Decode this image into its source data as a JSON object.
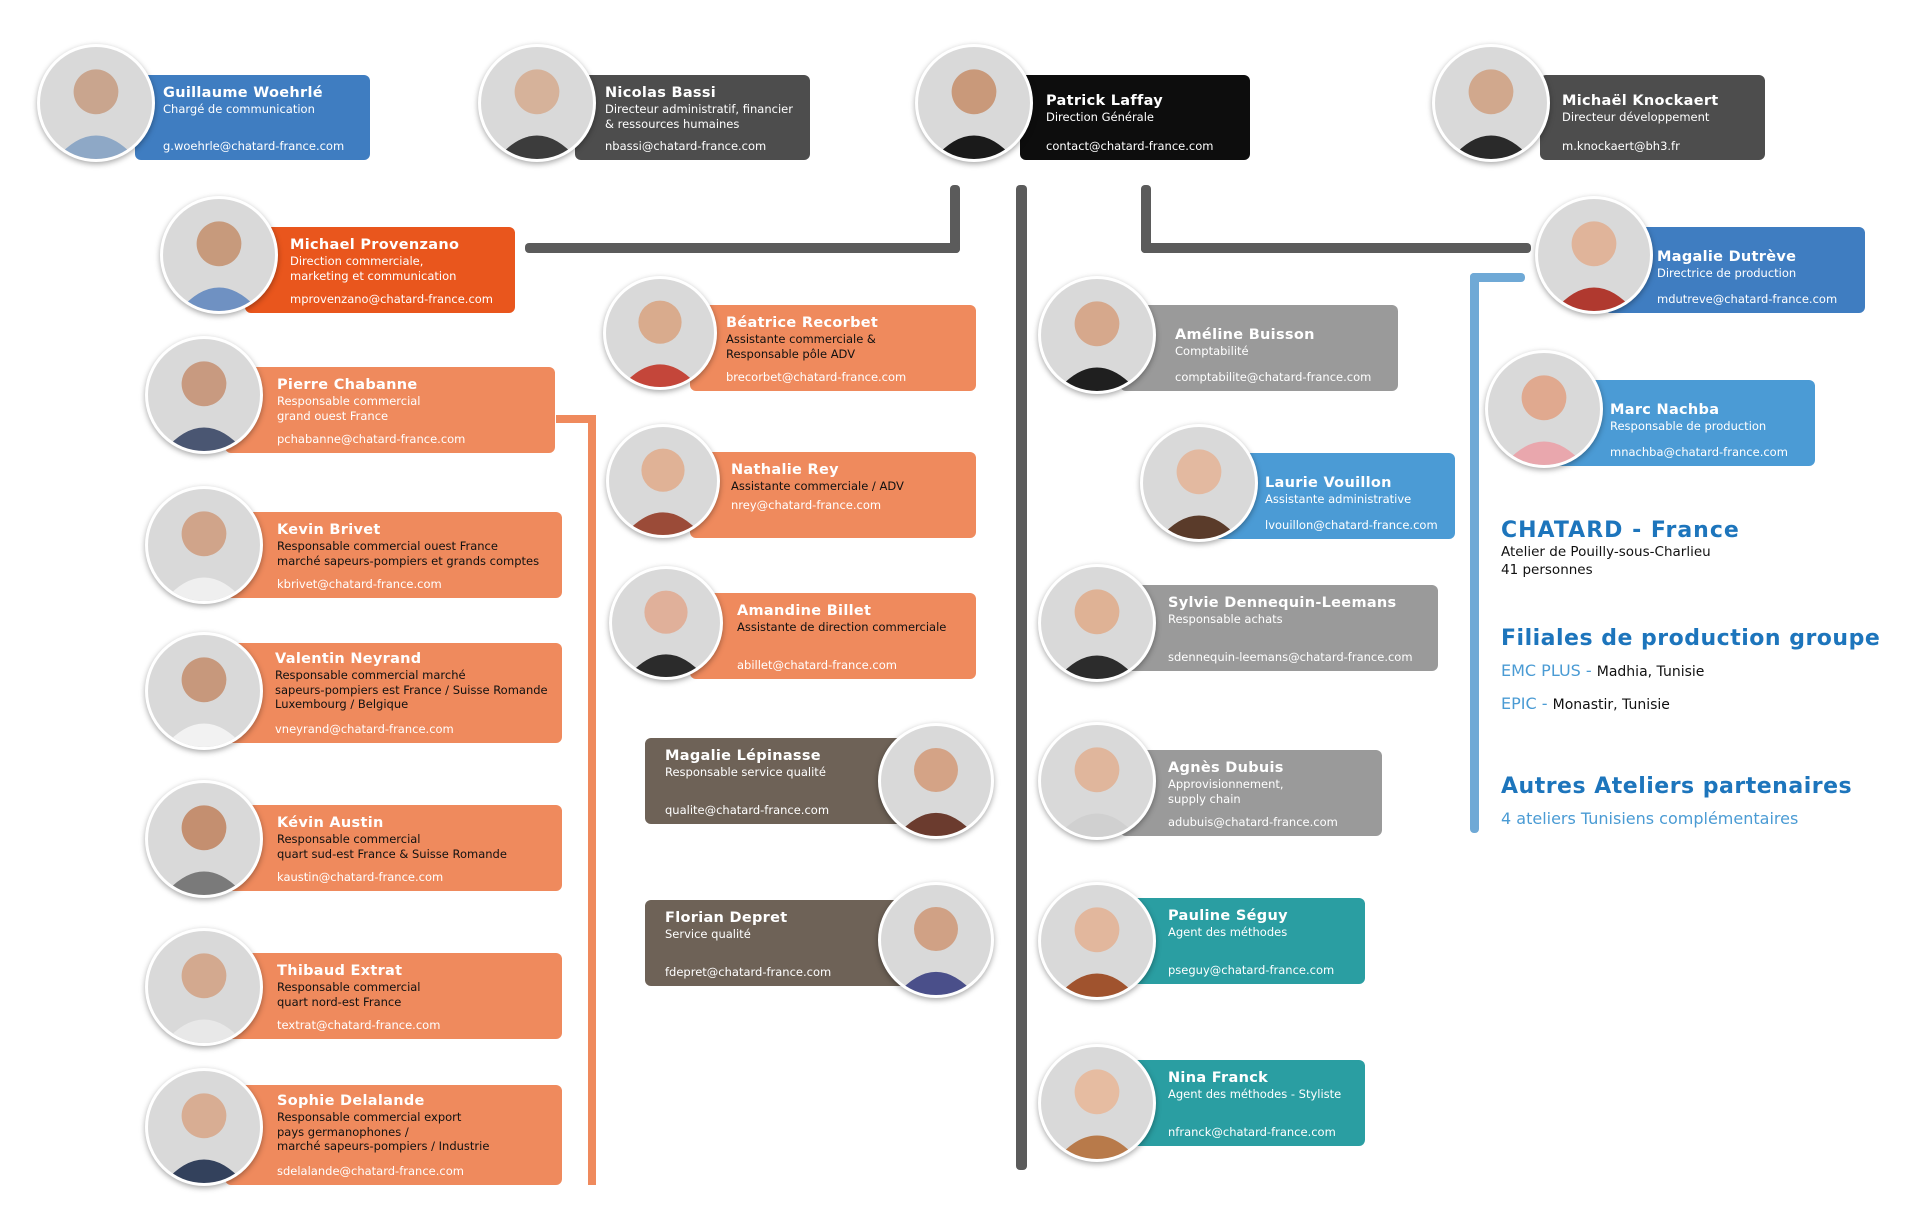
{
  "colors": {
    "black": "#0d0d0d",
    "dark_gray": "#4d4d4d",
    "blue": "#3f7dc1",
    "orange_dark": "#e9561d",
    "orange": "#ef8a5d",
    "brown": "#6e6257",
    "gray": "#9a9a9a",
    "light_blue": "#4b9bd5",
    "teal": "#2a9ea2",
    "heading_blue": "#1d75bc"
  },
  "people": [
    {
      "name": "Guillaume Woehrlé",
      "role": "Chargé de communication",
      "email": "g.woehrle@chatard-france.com"
    },
    {
      "name": "Nicolas Bassi",
      "role": "Directeur administratif, financier\n& ressources humaines",
      "email": "nbassi@chatard-france.com"
    },
    {
      "name": "Patrick Laffay",
      "role": "Direction Générale",
      "email": "contact@chatard-france.com"
    },
    {
      "name": "Michaël Knockaert",
      "role": "Directeur développement",
      "email": "m.knockaert@bh3.fr"
    },
    {
      "name": "Michael Provenzano",
      "role": "Direction commerciale,\nmarketing et communication",
      "email": "mprovenzano@chatard-france.com"
    },
    {
      "name": "Magalie Dutrève",
      "role": "Directrice de production",
      "email": "mdutreve@chatard-france.com"
    },
    {
      "name": "Pierre Chabanne",
      "role": "Responsable commercial\ngrand ouest France",
      "email": "pchabanne@chatard-france.com"
    },
    {
      "name": "Kevin Brivet",
      "role": "Responsable commercial ouest France\nmarché sapeurs-pompiers et grands comptes",
      "email": "kbrivet@chatard-france.com"
    },
    {
      "name": "Valentin Neyrand",
      "role": "Responsable commercial marché\nsapeurs-pompiers est France / Suisse Romande\nLuxembourg / Belgique",
      "email": "vneyrand@chatard-france.com"
    },
    {
      "name": "Kévin Austin",
      "role": "Responsable commercial\nquart sud-est France & Suisse Romande",
      "email": "kaustin@chatard-france.com"
    },
    {
      "name": "Thibaud Extrat",
      "role": "Responsable commercial\nquart nord-est France",
      "email": "textrat@chatard-france.com"
    },
    {
      "name": "Sophie Delalande",
      "role": "Responsable commercial export\npays germanophones /\nmarché sapeurs-pompiers / Industrie",
      "email": "sdelalande@chatard-france.com"
    },
    {
      "name": "Béatrice Recorbet",
      "role": "Assistante commerciale &\nResponsable pôle ADV",
      "email": "brecorbet@chatard-france.com"
    },
    {
      "name": "Nathalie Rey",
      "role": "Assistante commerciale / ADV",
      "email": "nrey@chatard-france.com"
    },
    {
      "name": "Amandine Billet",
      "role": "Assistante de direction commerciale",
      "email": "abillet@chatard-france.com"
    },
    {
      "name": "Magalie Lépinasse",
      "role": "Responsable service qualité",
      "email": "qualite@chatard-france.com"
    },
    {
      "name": "Florian Depret",
      "role": "Service qualité",
      "email": "fdepret@chatard-france.com"
    },
    {
      "name": "Améline Buisson",
      "role": "Comptabilité",
      "email": "comptabilite@chatard-france.com"
    },
    {
      "name": "Laurie Vouillon",
      "role": "Assistante administrative",
      "email": "lvouillon@chatard-france.com"
    },
    {
      "name": "Sylvie Dennequin-Leemans",
      "role": "Responsable achats",
      "email": "sdennequin-leemans@chatard-france.com"
    },
    {
      "name": "Agnès Dubuis",
      "role": "Approvisionnement,\nsupply chain",
      "email": "adubuis@chatard-france.com"
    },
    {
      "name": "Pauline Séguy",
      "role": "Agent des méthodes",
      "email": "pseguy@chatard-france.com"
    },
    {
      "name": "Nina Franck",
      "role": "Agent des méthodes - Styliste",
      "email": "nfranck@chatard-france.com"
    },
    {
      "name": "Marc Nachba",
      "role": "Responsable de production",
      "email": "mnachba@chatard-france.com"
    }
  ],
  "sidebar": {
    "company_title": "CHATARD - France",
    "company_line1": "Atelier de Pouilly-sous-Charlieu",
    "company_line2": "41 personnes",
    "subsidiaries_title": "Filiales de production groupe",
    "sub1_name": "EMC PLUS -",
    "sub1_place": "Madhia, Tunisie",
    "sub2_name": "EPIC -",
    "sub2_place": "Monastir, Tunisie",
    "partners_title": "Autres Ateliers partenaires",
    "partners_text": "4 ateliers Tunisiens complémentaires"
  }
}
